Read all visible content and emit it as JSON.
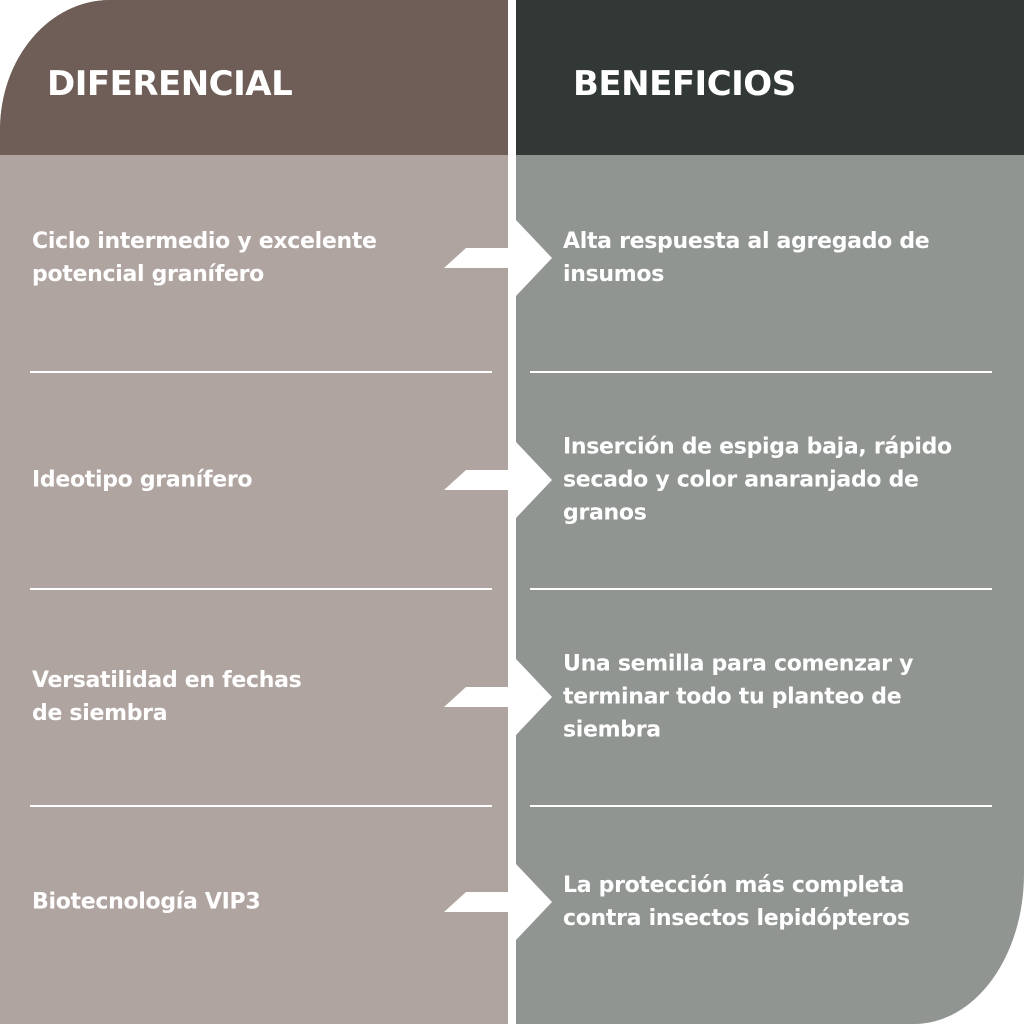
{
  "left": {
    "title": "DIFERENCIAL",
    "items": [
      "Ciclo intermedio y excelente potencial granífero",
      "Ideotipo granífero",
      "Versatilidad en fechas de siembra",
      "Biotecnología VIP3"
    ]
  },
  "right": {
    "title": "BENEFICIOS",
    "items": [
      "Alta respuesta al agregado de insumos",
      "Inserción de espiga baja, rápido secado y color anaranjado de granos",
      "Una semilla para comenzar y terminar todo tu planteo de siembra",
      "La protección más completa contra insectos lepidópteros"
    ]
  },
  "colors": {
    "left_header": "#6f5d57",
    "left_body": "#b0a4a0",
    "right_header": "#323836",
    "right_body": "#919591"
  }
}
